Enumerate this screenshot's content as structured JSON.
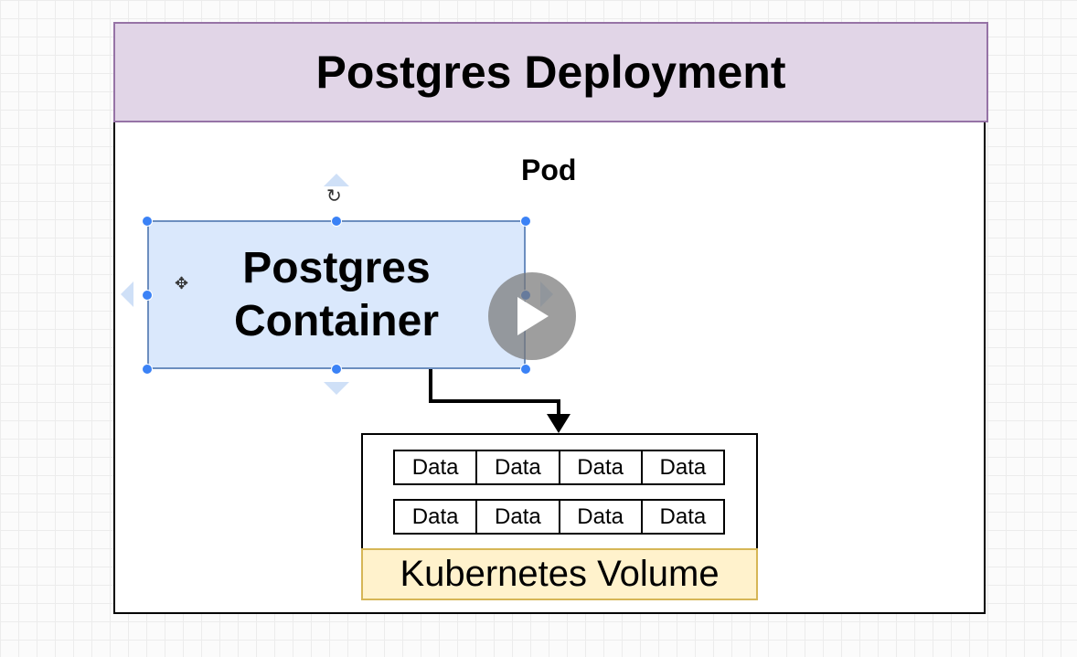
{
  "deployment": {
    "title": "Postgres Deployment"
  },
  "pod": {
    "label": "Pod"
  },
  "container": {
    "line1": "Postgres",
    "line2": "Container"
  },
  "volume": {
    "label": "Kubernetes Volume",
    "rows": [
      [
        "Data",
        "Data",
        "Data",
        "Data"
      ],
      [
        "Data",
        "Data",
        "Data",
        "Data"
      ]
    ]
  },
  "editor": {
    "rotate_icon": "rotate-icon",
    "move_icon": "move-icon",
    "play_icon": "play-icon",
    "selection_color": "#3b82f6"
  },
  "colors": {
    "header_fill": "#e1d5e7",
    "header_stroke": "#9673a6",
    "container_fill": "#dae8fc",
    "container_stroke": "#6c8ebf",
    "volume_label_fill": "#fff2cc",
    "volume_label_stroke": "#d6b656"
  }
}
